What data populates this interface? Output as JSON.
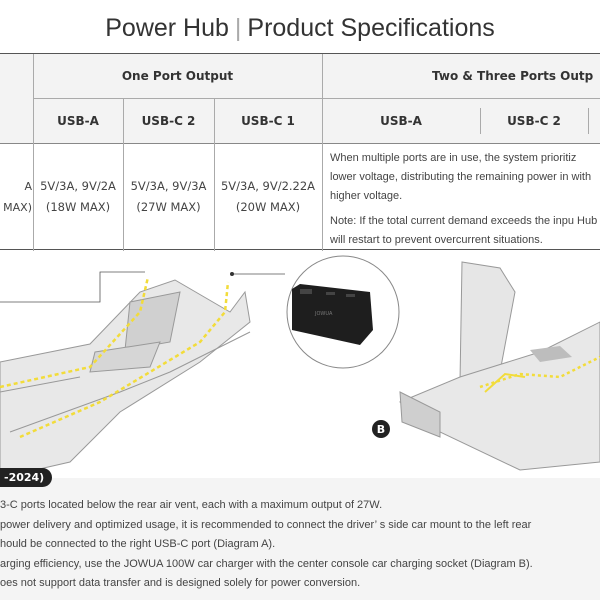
{
  "title": {
    "left": "Power Hub",
    "separator": "|",
    "right": "Product Specifications"
  },
  "table": {
    "group_one": "One Port Output",
    "group_multi": "Two & Three Ports Outp",
    "one_port_columns": [
      "USB-A",
      "USB-C 2",
      "USB-C 1"
    ],
    "multi_port_columns": [
      "USB-A",
      "USB-C 2"
    ],
    "input_partial": [
      "A",
      "MAX)"
    ],
    "one_port_values": [
      {
        "spec": "5V/3A, 9V/2A",
        "max": "(18W MAX)"
      },
      {
        "spec": "5V/3A, 9V/3A",
        "max": "(27W MAX)"
      },
      {
        "spec": "5V/3A, 9V/2.22A",
        "max": "(20W MAX)"
      }
    ],
    "multi_note": [
      "When multiple ports are in use, the system prioritiz",
      "lower voltage, distributing the remaining power in",
      "with higher voltage."
    ],
    "overcurrent_note": [
      "Note: If the total current demand exceeds the inpu",
      "Hub will restart to prevent overcurrent situations."
    ]
  },
  "diagram": {
    "hub_brand": "JOWUA",
    "label_b": "B"
  },
  "bottom": {
    "badge": "-2024)",
    "lines": [
      "3-C ports located below the rear air vent, each with a maximum output of 27W.",
      " power delivery and optimized usage, it is recommended to connect the driver’ s side car mount to the left rear",
      "hould be connected to the right USB-C port (Diagram A).",
      "arging efficiency, use the JOWUA 100W car charger with the center console car charging socket (Diagram B).",
      "oes not support data transfer and is designed solely for power conversion."
    ]
  },
  "colors": {
    "accent_yellow": "#f2dc3a",
    "console_gray": "#e6e6e6",
    "hub_black": "#1e1e1e"
  }
}
